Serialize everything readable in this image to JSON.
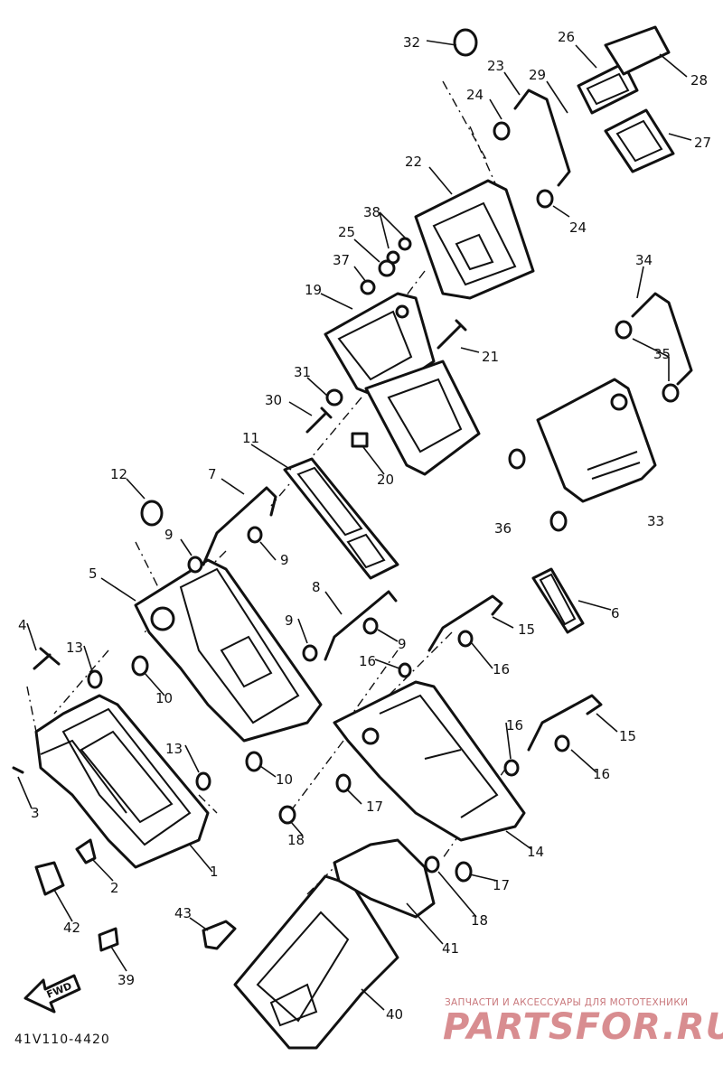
{
  "diagram": {
    "diagram_code": "41V110-4420",
    "fwd_arrow_label": "FWD",
    "watermark": {
      "tagline": "ЗАПЧАСТИ И АКСЕССУАРЫ ДЛЯ МОТОТЕХНИКИ",
      "brand": "PARTSFOR.RU"
    },
    "callouts": [
      "1",
      "2",
      "3",
      "4",
      "5",
      "6",
      "7",
      "8",
      "9",
      "10",
      "11",
      "12",
      "13",
      "14",
      "15",
      "16",
      "17",
      "18",
      "19",
      "20",
      "21",
      "22",
      "23",
      "24",
      "25",
      "26",
      "27",
      "28",
      "29",
      "30",
      "31",
      "32",
      "33",
      "34",
      "35",
      "36",
      "37",
      "38",
      "39",
      "40",
      "41",
      "42",
      "43"
    ]
  }
}
